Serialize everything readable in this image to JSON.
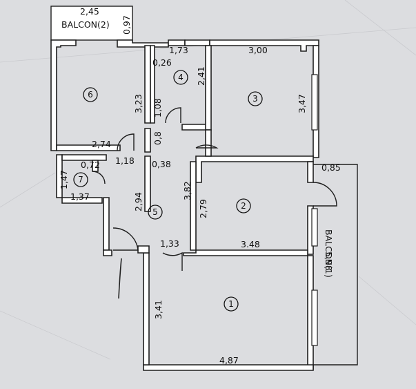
{
  "rooms": {
    "r1": "1",
    "r2": "2",
    "r3": "3",
    "r4": "4",
    "r5": "5",
    "r6": "6",
    "r7": "7"
  },
  "balconies": {
    "b1": "BALCON(1)",
    "b2": "BALCON(2)"
  },
  "dimensions": {
    "d_245": "2,45",
    "d_097": "0,97",
    "d_173": "1,73",
    "d_026": "0,26",
    "d_241": "2,41",
    "d_300": "3,00",
    "d_347": "3,47",
    "d_323": "3,23",
    "d_108": "1,08",
    "d_08": "0,8",
    "d_274": "2,74",
    "d_118": "1,18",
    "d_038": "0,38",
    "d_072": "0,72",
    "d_147": "1,47",
    "d_137": "1,37",
    "d_382": "3,82",
    "d_279": "2,79",
    "d_294": "2,94",
    "d_085": "0,85",
    "d_598": "5,98",
    "d_133": "1,33",
    "d_348": "3.48",
    "d_341": "3,41",
    "d_487": "4,87"
  },
  "colors": {
    "background": "#dcdde0",
    "wall": "#1e1e1e"
  }
}
